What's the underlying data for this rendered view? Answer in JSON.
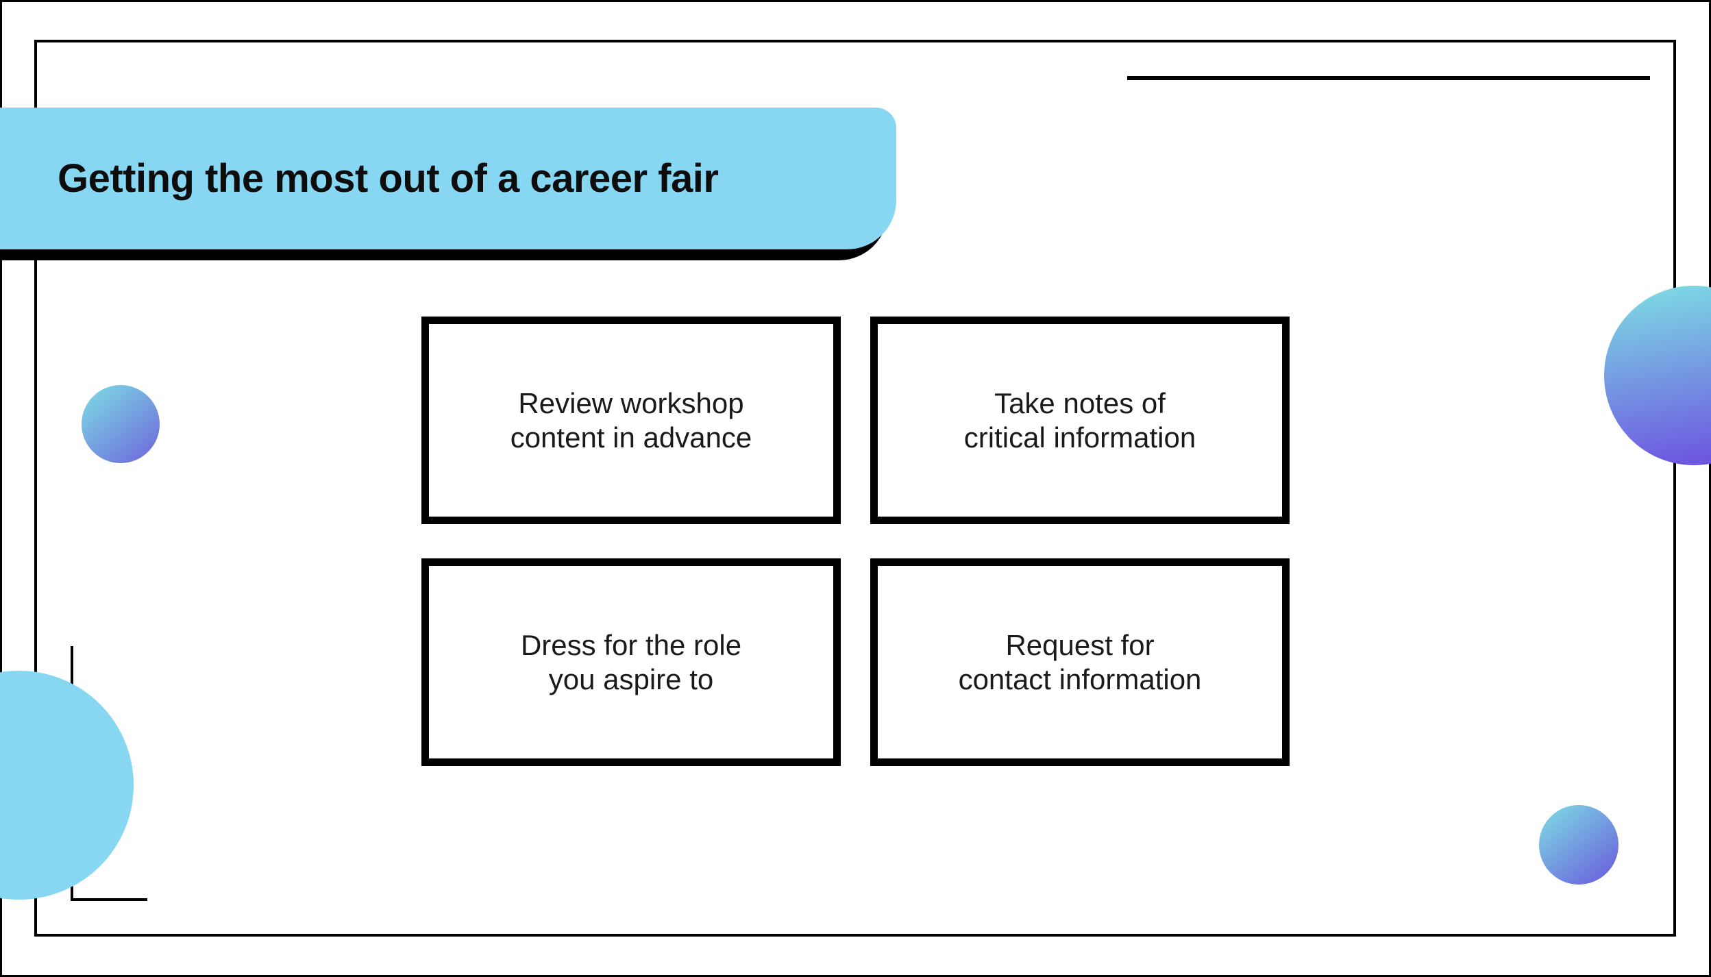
{
  "banner": {
    "title": "Getting the most out of a career fair"
  },
  "cards": [
    {
      "line1": "Review workshop",
      "line2": "content in advance"
    },
    {
      "line1": "Take notes of",
      "line2": "critical information"
    },
    {
      "line1": "Dress for the role",
      "line2": "you aspire to"
    },
    {
      "line1": "Request for",
      "line2": "contact information"
    }
  ],
  "colors": {
    "banner_blue": "#87D7F3",
    "gradient_teal": "#7DD9E4",
    "gradient_violet": "#6A5EDC",
    "ink": "#000000",
    "card_text": "#1A1A1A"
  }
}
